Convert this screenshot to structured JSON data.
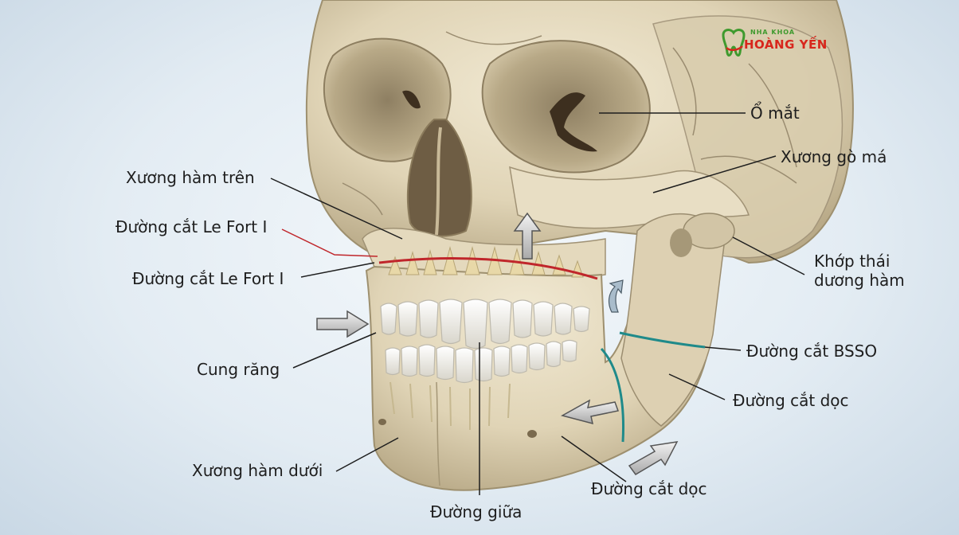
{
  "logo": {
    "small": "NHA KHOA",
    "main": "HOÀNG YẾN"
  },
  "labels": {
    "o_mat": "Ổ mắt",
    "xuong_go_ma": "Xương gò má",
    "xuong_ham_tren": "Xương hàm trên",
    "le_fort_red": "Đường cắt Le Fort I",
    "le_fort_black": "Đường cắt Le Fort I",
    "khop_line1": "Khớp thái",
    "khop_line2": "dương hàm",
    "bsso": "Đường cắt BSSO",
    "cung_rang": "Cung răng",
    "duong_cat_doc_right": "Đường cắt dọc",
    "xuong_ham_duoi": "Xương hàm dưới",
    "duong_cat_doc_bottom": "Đường cắt dọc",
    "duong_giua": "Đường giữa"
  },
  "colors": {
    "le_fort_cut": "#c0262b",
    "bsso_cut": "#1f8a8a",
    "bone": "#e6dcc2",
    "bone_shadow": "#a89a7c"
  }
}
